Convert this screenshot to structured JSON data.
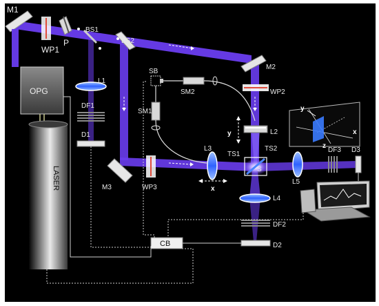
{
  "labels": {
    "M1": "M1",
    "WP1": "WP1",
    "P": "P",
    "BS1": "BS1",
    "BS2": "BS2",
    "OPG": "OPG",
    "LASER": "LASER",
    "L1": "L1",
    "DF1": "DF1",
    "D1": "D1",
    "SB": "SB",
    "SM2": "SM2",
    "SM1": "SM1",
    "M2": "M2",
    "WP2": "WP2",
    "L2": "L2",
    "TS2": "TS2",
    "TS1": "TS1",
    "S": "S",
    "L3": "L3",
    "L5": "L5",
    "DF3": "DF3",
    "D3": "D3",
    "M3": "M3",
    "WP3": "WP3",
    "L4": "L4",
    "DF2": "DF2",
    "D2": "D2",
    "CB": "CB"
  },
  "axes": {
    "x_bottom": "x",
    "y_left": "y",
    "inset_y": "y",
    "inset_x": "x",
    "inset_z": "z"
  },
  "colors": {
    "background": "#000000",
    "beam": "#6a3df0",
    "beam_glow": "#b8a4ff",
    "optic": "#3a73ff",
    "box": "#d9d9d9",
    "wire": "#dddddd"
  }
}
